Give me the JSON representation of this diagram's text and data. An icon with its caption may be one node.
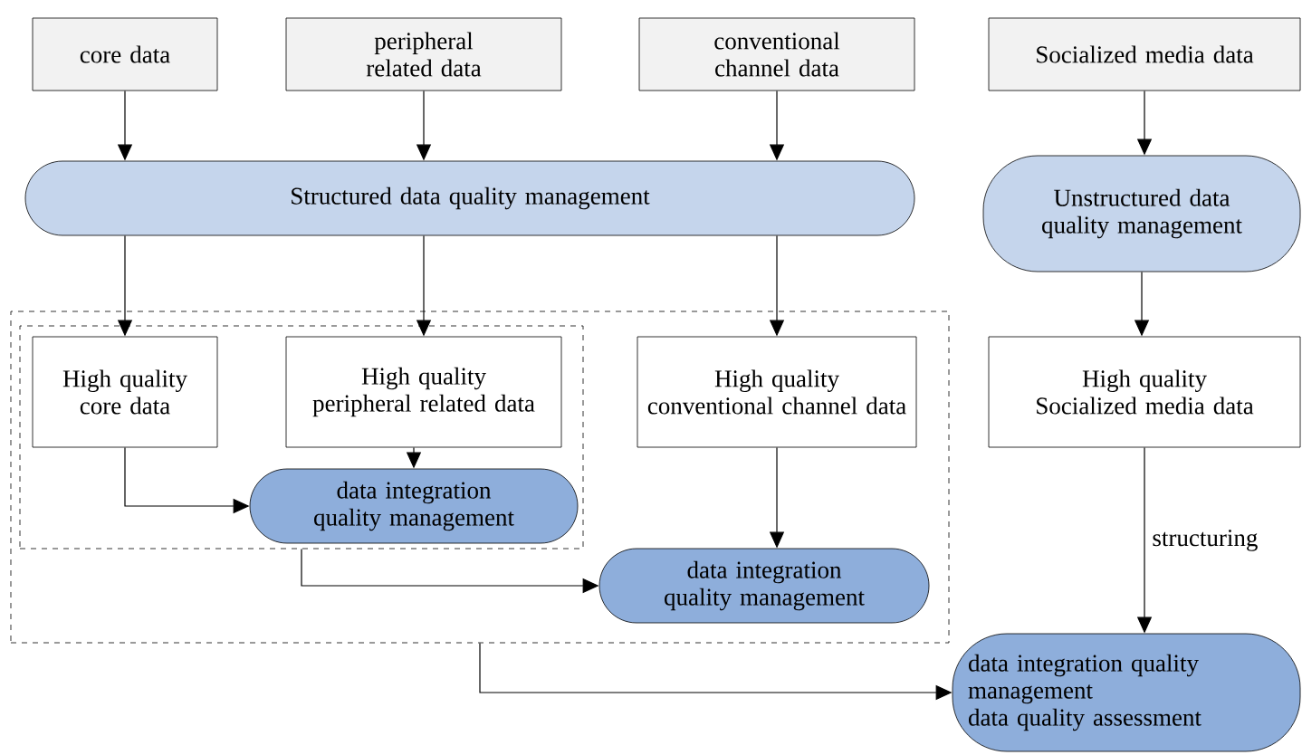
{
  "diagram": {
    "nodes": [
      {
        "text": [
          "core data"
        ]
      },
      {
        "text": [
          "peripheral related data"
        ]
      },
      {
        "text": [
          "conventional channel data"
        ]
      },
      {
        "text": [
          "Socialized media data"
        ]
      },
      {
        "text": [
          "Structured data quality management"
        ]
      },
      {
        "text": [
          "Unstructured data quality management"
        ]
      },
      {
        "text": [],
        "shape": "box"
      },
      {
        "text": [],
        "shape": "box",
        "in": 6
      },
      {
        "text": [
          "High quality",
          "core data"
        ],
        "in": 7
      },
      {
        "text": [
          "High quality",
          "peripheral related data"
        ],
        "in": 7
      },
      {
        "text": [
          "data integration quality management"
        ],
        "in": 7
      },
      {
        "text": [
          "High quality",
          "conventional channel data"
        ],
        "in": 6
      },
      {
        "text": [
          "data integration quality management"
        ],
        "in": 6
      },
      {
        "text": [
          "High quality",
          "Socialized media data"
        ]
      },
      {
        "text": [
          "data integration quality management",
          "data quality assessment"
        ]
      }
    ],
    "edges": [
      {
        "from": 0,
        "to": 4,
        "arrow": "to"
      },
      {
        "from": 1,
        "to": 4,
        "arrow": "to"
      },
      {
        "from": 2,
        "to": 4,
        "arrow": "to"
      },
      {
        "from": 3,
        "to": 5,
        "arrow": "to"
      },
      {
        "from": 4,
        "to": 8,
        "arrow": "to"
      },
      {
        "from": 4,
        "to": 9,
        "arrow": "to"
      },
      {
        "from": 4,
        "to": 11,
        "arrow": "to"
      },
      {
        "from": 5,
        "to": 13,
        "arrow": "to"
      },
      {
        "from": 8,
        "to": 10,
        "arrow": "to"
      },
      {
        "from": 9,
        "to": 10,
        "arrow": "to"
      },
      {
        "from": 7,
        "to": 12,
        "arrow": "to"
      },
      {
        "from": 11,
        "to": 12,
        "arrow": "to"
      },
      {
        "from": 6,
        "to": 14,
        "arrow": "to"
      },
      {
        "from": 13,
        "to": 14,
        "arrow": "to",
        "label": "structuring"
      }
    ]
  }
}
